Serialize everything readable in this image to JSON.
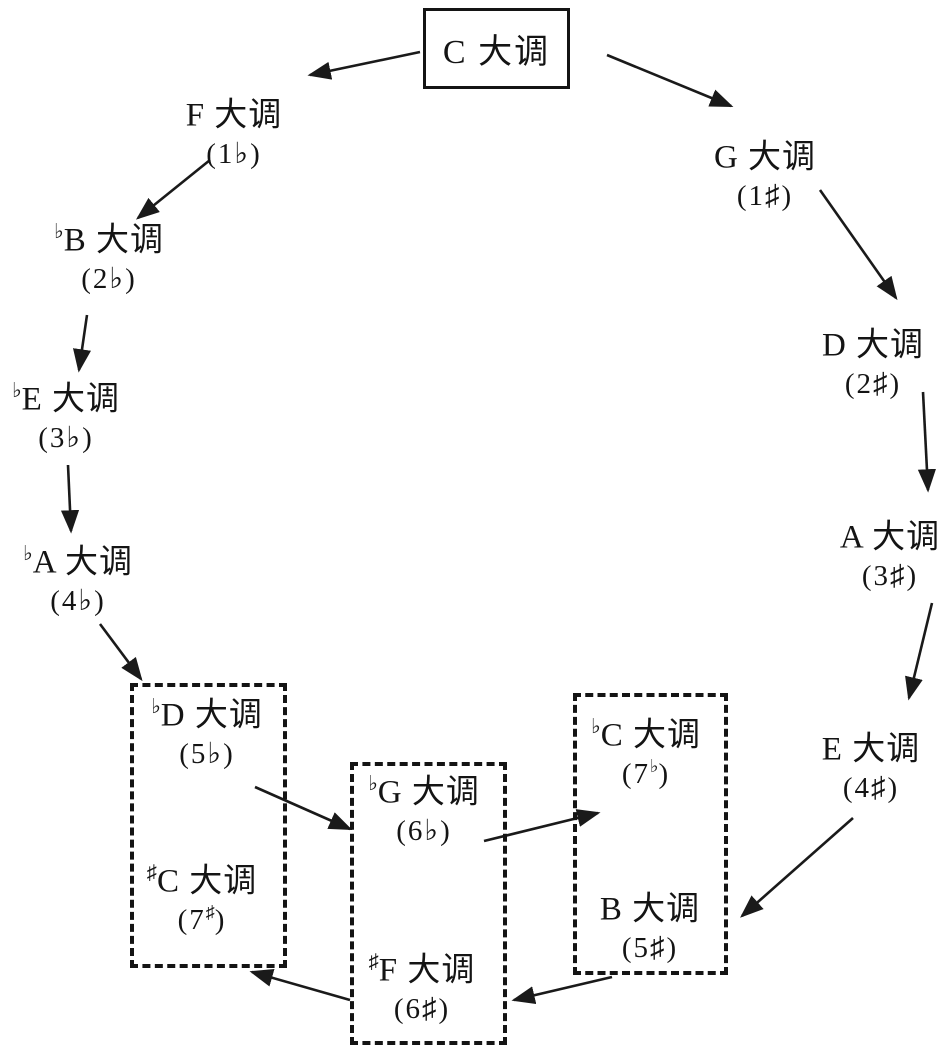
{
  "diagram": {
    "type": "music-key-relationship-diagram",
    "root_label": "C 大调",
    "colors": {
      "background": "#ffffff",
      "ink": "#141414"
    }
  },
  "nodes": [
    {
      "id": "c-major",
      "prefix": "",
      "name": "C 大调",
      "sig_pre": "",
      "sig_sup": "",
      "sig_post": ""
    },
    {
      "id": "f-major",
      "prefix": "",
      "name": "F 大调",
      "sig_pre": "(1♭)",
      "sig_sup": "",
      "sig_post": ""
    },
    {
      "id": "flat-b-major",
      "prefix": "♭",
      "name": "B 大调",
      "sig_pre": "(2♭)",
      "sig_sup": "",
      "sig_post": ""
    },
    {
      "id": "flat-e-major",
      "prefix": "♭",
      "name": "E 大调",
      "sig_pre": "(3♭)",
      "sig_sup": "",
      "sig_post": ""
    },
    {
      "id": "flat-a-major",
      "prefix": "♭",
      "name": "A 大调",
      "sig_pre": "(4♭)",
      "sig_sup": "",
      "sig_post": ""
    },
    {
      "id": "flat-d-major",
      "prefix": "♭",
      "name": "D 大调",
      "sig_pre": "(5♭)",
      "sig_sup": "",
      "sig_post": ""
    },
    {
      "id": "sharp-c-major",
      "prefix": "♯",
      "name": "C 大调",
      "sig_pre": "(7",
      "sig_sup": "♯",
      "sig_post": ")"
    },
    {
      "id": "flat-g-major",
      "prefix": "♭",
      "name": "G 大调",
      "sig_pre": "(6♭)",
      "sig_sup": "",
      "sig_post": ""
    },
    {
      "id": "sharp-f-major",
      "prefix": "♯",
      "name": "F 大调",
      "sig_pre": "(6♯)",
      "sig_sup": "",
      "sig_post": ""
    },
    {
      "id": "flat-c-major",
      "prefix": "♭",
      "name": "C 大调",
      "sig_pre": "(7",
      "sig_sup": "♭",
      "sig_post": ")"
    },
    {
      "id": "b-major",
      "prefix": "",
      "name": "B 大调",
      "sig_pre": "(5♯)",
      "sig_sup": "",
      "sig_post": ""
    },
    {
      "id": "g-major",
      "prefix": "",
      "name": "G 大调",
      "sig_pre": "(1♯)",
      "sig_sup": "",
      "sig_post": ""
    },
    {
      "id": "d-major",
      "prefix": "",
      "name": "D 大调",
      "sig_pre": "(2♯)",
      "sig_sup": "",
      "sig_post": ""
    },
    {
      "id": "a-major",
      "prefix": "",
      "name": "A 大调",
      "sig_pre": "(3♯)",
      "sig_sup": "",
      "sig_post": ""
    },
    {
      "id": "e-major",
      "prefix": "",
      "name": "E 大调",
      "sig_pre": "(4♯)",
      "sig_sup": "",
      "sig_post": ""
    }
  ],
  "edges": [
    {
      "from": "c-major",
      "to": "f-major"
    },
    {
      "from": "c-major",
      "to": "g-major"
    },
    {
      "from": "f-major",
      "to": "flat-b-major"
    },
    {
      "from": "flat-b-major",
      "to": "flat-e-major"
    },
    {
      "from": "flat-e-major",
      "to": "flat-a-major"
    },
    {
      "from": "flat-a-major",
      "to": "flat-d-major"
    },
    {
      "from": "flat-d-major",
      "to": "flat-g-major"
    },
    {
      "from": "flat-g-major",
      "to": "flat-c-major"
    },
    {
      "from": "g-major",
      "to": "d-major"
    },
    {
      "from": "d-major",
      "to": "a-major"
    },
    {
      "from": "a-major",
      "to": "e-major"
    },
    {
      "from": "e-major",
      "to": "b-major"
    },
    {
      "from": "b-major",
      "to": "sharp-f-major"
    },
    {
      "from": "sharp-f-major",
      "to": "sharp-c-major"
    }
  ],
  "groups": [
    {
      "id": "group-left",
      "members": [
        "flat-d-major",
        "sharp-c-major"
      ]
    },
    {
      "id": "group-middle",
      "members": [
        "flat-g-major",
        "sharp-f-major"
      ]
    },
    {
      "id": "group-right",
      "members": [
        "flat-c-major",
        "b-major"
      ]
    }
  ]
}
